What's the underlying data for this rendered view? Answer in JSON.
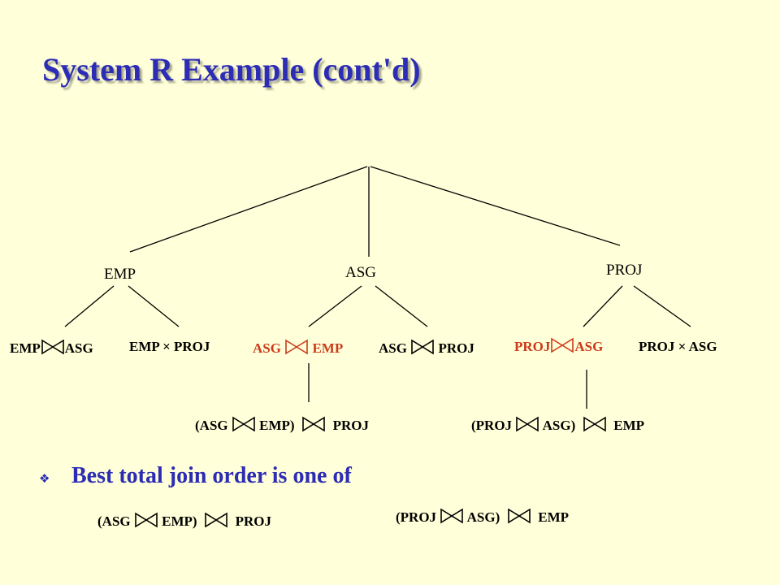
{
  "title": "System R Example (cont'd)",
  "tree": {
    "level1": [
      "EMP",
      "ASG",
      "PROJ"
    ],
    "level2": {
      "emp_asg": {
        "left": "EMP",
        "op": "join",
        "right": "ASG"
      },
      "emp_x_proj": "EMP × PROJ",
      "asg_emp": {
        "left": "ASG",
        "op": "join",
        "right": "EMP"
      },
      "asg_proj": {
        "left": "ASG",
        "op": "join",
        "right": "PROJ"
      },
      "proj_asg": {
        "left": "PROJ",
        "op": "join",
        "right": "ASG"
      },
      "proj_x_asg": "PROJ × ASG"
    },
    "level3": {
      "left": {
        "a": "(ASG",
        "b": "EMP)",
        "c": "PROJ"
      },
      "right": {
        "a": "(PROJ",
        "b": "ASG)",
        "c": "EMP"
      }
    }
  },
  "bullet": {
    "icon": "diamond-bullet-icon",
    "text": "Best total join order is one of"
  },
  "best_orders": [
    {
      "a": "(ASG",
      "b": "EMP)",
      "c": "PROJ"
    },
    {
      "a": "(PROJ",
      "b": "ASG)",
      "c": "EMP"
    }
  ],
  "colors": {
    "background": "#ffffd9",
    "title": "#2c2cb4",
    "highlight": "#cc3a1a",
    "text": "#000000"
  }
}
